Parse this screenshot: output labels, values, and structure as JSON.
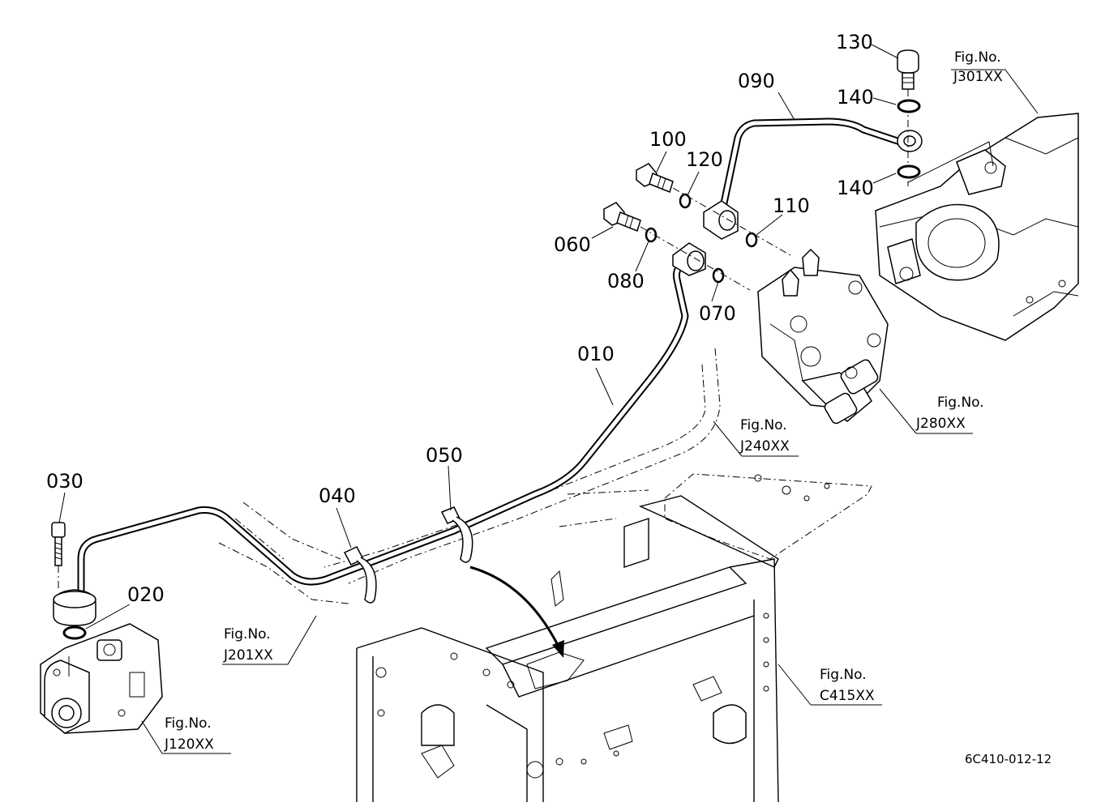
{
  "parts": [
    {
      "id": "010"
    },
    {
      "id": "020"
    },
    {
      "id": "030"
    },
    {
      "id": "040"
    },
    {
      "id": "050"
    },
    {
      "id": "060"
    },
    {
      "id": "070"
    },
    {
      "id": "080"
    },
    {
      "id": "090"
    },
    {
      "id": "100"
    },
    {
      "id": "110"
    },
    {
      "id": "120"
    },
    {
      "id": "130"
    },
    {
      "id": "140"
    },
    {
      "id": "140"
    }
  ],
  "references": [
    {
      "title": "Fig.No.",
      "code": "J301XX"
    },
    {
      "title": "Fig.No.",
      "code": "J280XX"
    },
    {
      "title": "Fig.No.",
      "code": "J240XX"
    },
    {
      "title": "Fig.No.",
      "code": "J201XX"
    },
    {
      "title": "Fig.No.",
      "code": "C415XX"
    },
    {
      "title": "Fig.No.",
      "code": "J120XX"
    }
  ],
  "drawing_number": "6C410-012-12"
}
